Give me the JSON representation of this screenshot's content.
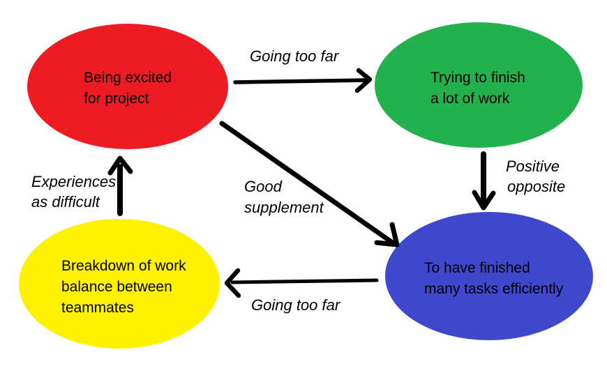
{
  "diagram": {
    "background": "#ffffff",
    "text_color": "#000000",
    "arrow_color": "#000000",
    "nodes": {
      "excited": {
        "color": "#ED1C24",
        "lines": [
          "Being excited",
          "for project"
        ]
      },
      "trying": {
        "color": "#22B14C",
        "lines": [
          "Trying to finish",
          "a lot of work"
        ]
      },
      "finished": {
        "color": "#3F48CC",
        "lines": [
          "To have finished",
          "many tasks efficiently"
        ]
      },
      "breakdown": {
        "color": "#FFF200",
        "lines": [
          "Breakdown of work",
          "balance between",
          "teammates"
        ]
      }
    },
    "edges": {
      "excited_to_trying": {
        "label": "Going too far"
      },
      "trying_to_finished": {
        "lines": [
          "Positive",
          "opposite"
        ]
      },
      "excited_to_finished": {
        "lines": [
          "Good",
          "supplement"
        ]
      },
      "finished_to_breakdown": {
        "label": "Going too far"
      },
      "breakdown_to_excited": {
        "lines": [
          "Experiences",
          "as difficult"
        ]
      }
    }
  }
}
